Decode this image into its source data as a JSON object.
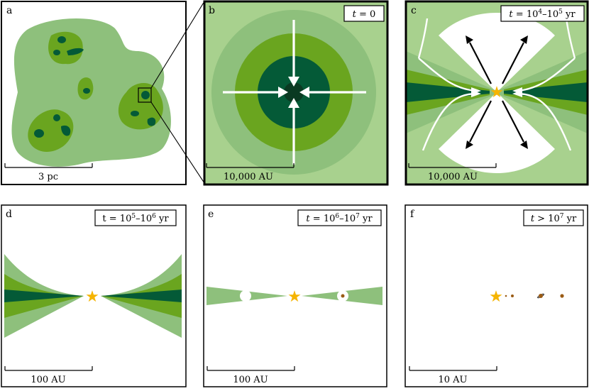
{
  "panels": {
    "a": {
      "label": "a",
      "scale": "3 pc"
    },
    "b": {
      "label": "b",
      "time": "t = 0",
      "scale": "10,000 AU"
    },
    "c": {
      "label": "c",
      "time": "t = 10^4–10^5 yr",
      "scale": "10,000 AU"
    },
    "d": {
      "label": "d",
      "time": "t = 10^5–10^6 yr",
      "scale": "100 AU"
    },
    "e": {
      "label": "e",
      "time": "t = 10^6–10^7 yr",
      "scale": "100 AU"
    },
    "f": {
      "label": "f",
      "time": "t > 10^7 yr",
      "scale": "10 AU"
    }
  },
  "colors": {
    "light_green": "#8ec07c",
    "pale_green": "#a8d18e",
    "mid_green": "#5fa64a",
    "bright_green": "#6aa51f",
    "dark_green": "#045a37",
    "darkest_green": "#0a3a22",
    "star": "#f5b400",
    "planet": "#9a5b14"
  }
}
